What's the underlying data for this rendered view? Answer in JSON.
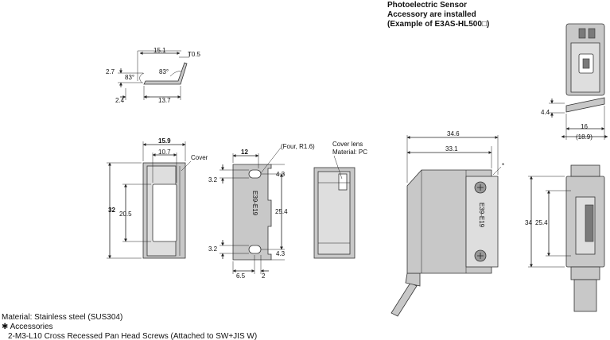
{
  "title": {
    "line1": "Photoelectric Sensor",
    "line2": "Accessory are installed",
    "line3": "(Example of E3AS-HL500□)"
  },
  "notes": {
    "material": "Material: Stainless steel (SUS304)",
    "accessories": "✱ Accessories",
    "screws": "2-M3-L10 Cross Recessed Pan Head Screws (Attached to SW+JIS W)"
  },
  "side_view": {
    "d_15_1": "15.1",
    "d_t05": "T0.5",
    "d_2_7": "2.7",
    "d_83a": "83°",
    "d_83b": "83°",
    "d_2_4": "2.4",
    "d_13_7": "13.7"
  },
  "front_view": {
    "d_15_9": "15.9",
    "d_10_7": "10.7",
    "label_cover": "Cover",
    "d_32": "32",
    "d_20_5": "20.5"
  },
  "back_view": {
    "d_12": "12",
    "label_four": "(Four, R1.6)",
    "d_3_2a": "3.2",
    "d_4_3a": "4.3",
    "d_25_4": "25.4",
    "d_3_2b": "3.2",
    "d_4_3b": "4.3",
    "d_6_5": "6.5",
    "d_2": "2",
    "engraving": "E39-E19"
  },
  "lens_view": {
    "label_cover_lens": "Cover lens",
    "label_material": "Material: PC"
  },
  "sensor_top": {
    "d_4_4": "4.4",
    "d_16": "16",
    "d_18_9": "(18.9)"
  },
  "sensor_side": {
    "d_34_6": "34.6",
    "d_33_1": "33.1",
    "asterisk": "*",
    "engraving": "E39-E19"
  },
  "sensor_front": {
    "d_34": "34",
    "d_25_4": "25.4"
  }
}
